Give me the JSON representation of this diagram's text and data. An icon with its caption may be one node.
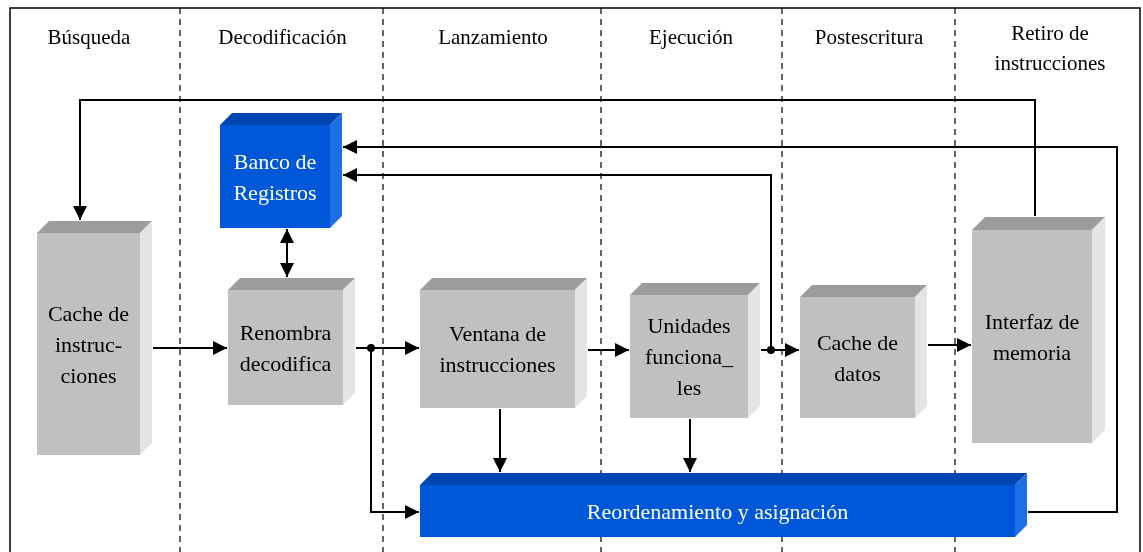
{
  "diagram": {
    "nodes": [
      {
        "text": [
          "Cache de instruc- ciones"
        ]
      },
      {
        "text": [
          "Banco de Registros"
        ]
      },
      {
        "text": [
          "Renombra decodifica"
        ]
      },
      {
        "text": [
          "Ventana de instrucciones"
        ]
      },
      {
        "text": [
          "Unidades funciona_ les"
        ]
      },
      {
        "text": [
          "Cache de datos"
        ]
      },
      {
        "text": [
          "Interfaz de memoria"
        ]
      },
      {
        "text": [
          "Reordenamiento y asignación"
        ]
      }
    ],
    "edges": [
      {
        "from": 0,
        "to": 2,
        "arrow": "to"
      },
      {
        "from": 1,
        "to": 2,
        "arrow": "both"
      },
      {
        "from": 2,
        "to": 3,
        "arrow": "to"
      },
      {
        "from": 2,
        "to": 7,
        "arrow": "to"
      },
      {
        "from": 3,
        "to": 4,
        "arrow": "to"
      },
      {
        "from": 3,
        "to": 7,
        "arrow": "to"
      },
      {
        "from": 4,
        "to": 7,
        "arrow": "to"
      },
      {
        "from": 4,
        "to": 5,
        "arrow": "to"
      },
      {
        "from": 4,
        "to": 1,
        "arrow": "to"
      },
      {
        "from": 5,
        "to": 6,
        "arrow": "to"
      },
      {
        "from": 6,
        "to": 0,
        "arrow": "to"
      },
      {
        "from": 7,
        "to": 1,
        "arrow": "to"
      }
    ],
    "labels": [
      "Búsqueda",
      "Decodificación",
      "Lanzamiento",
      "Ejecución",
      "Postescritura",
      "Retiro de instrucciones"
    ]
  }
}
